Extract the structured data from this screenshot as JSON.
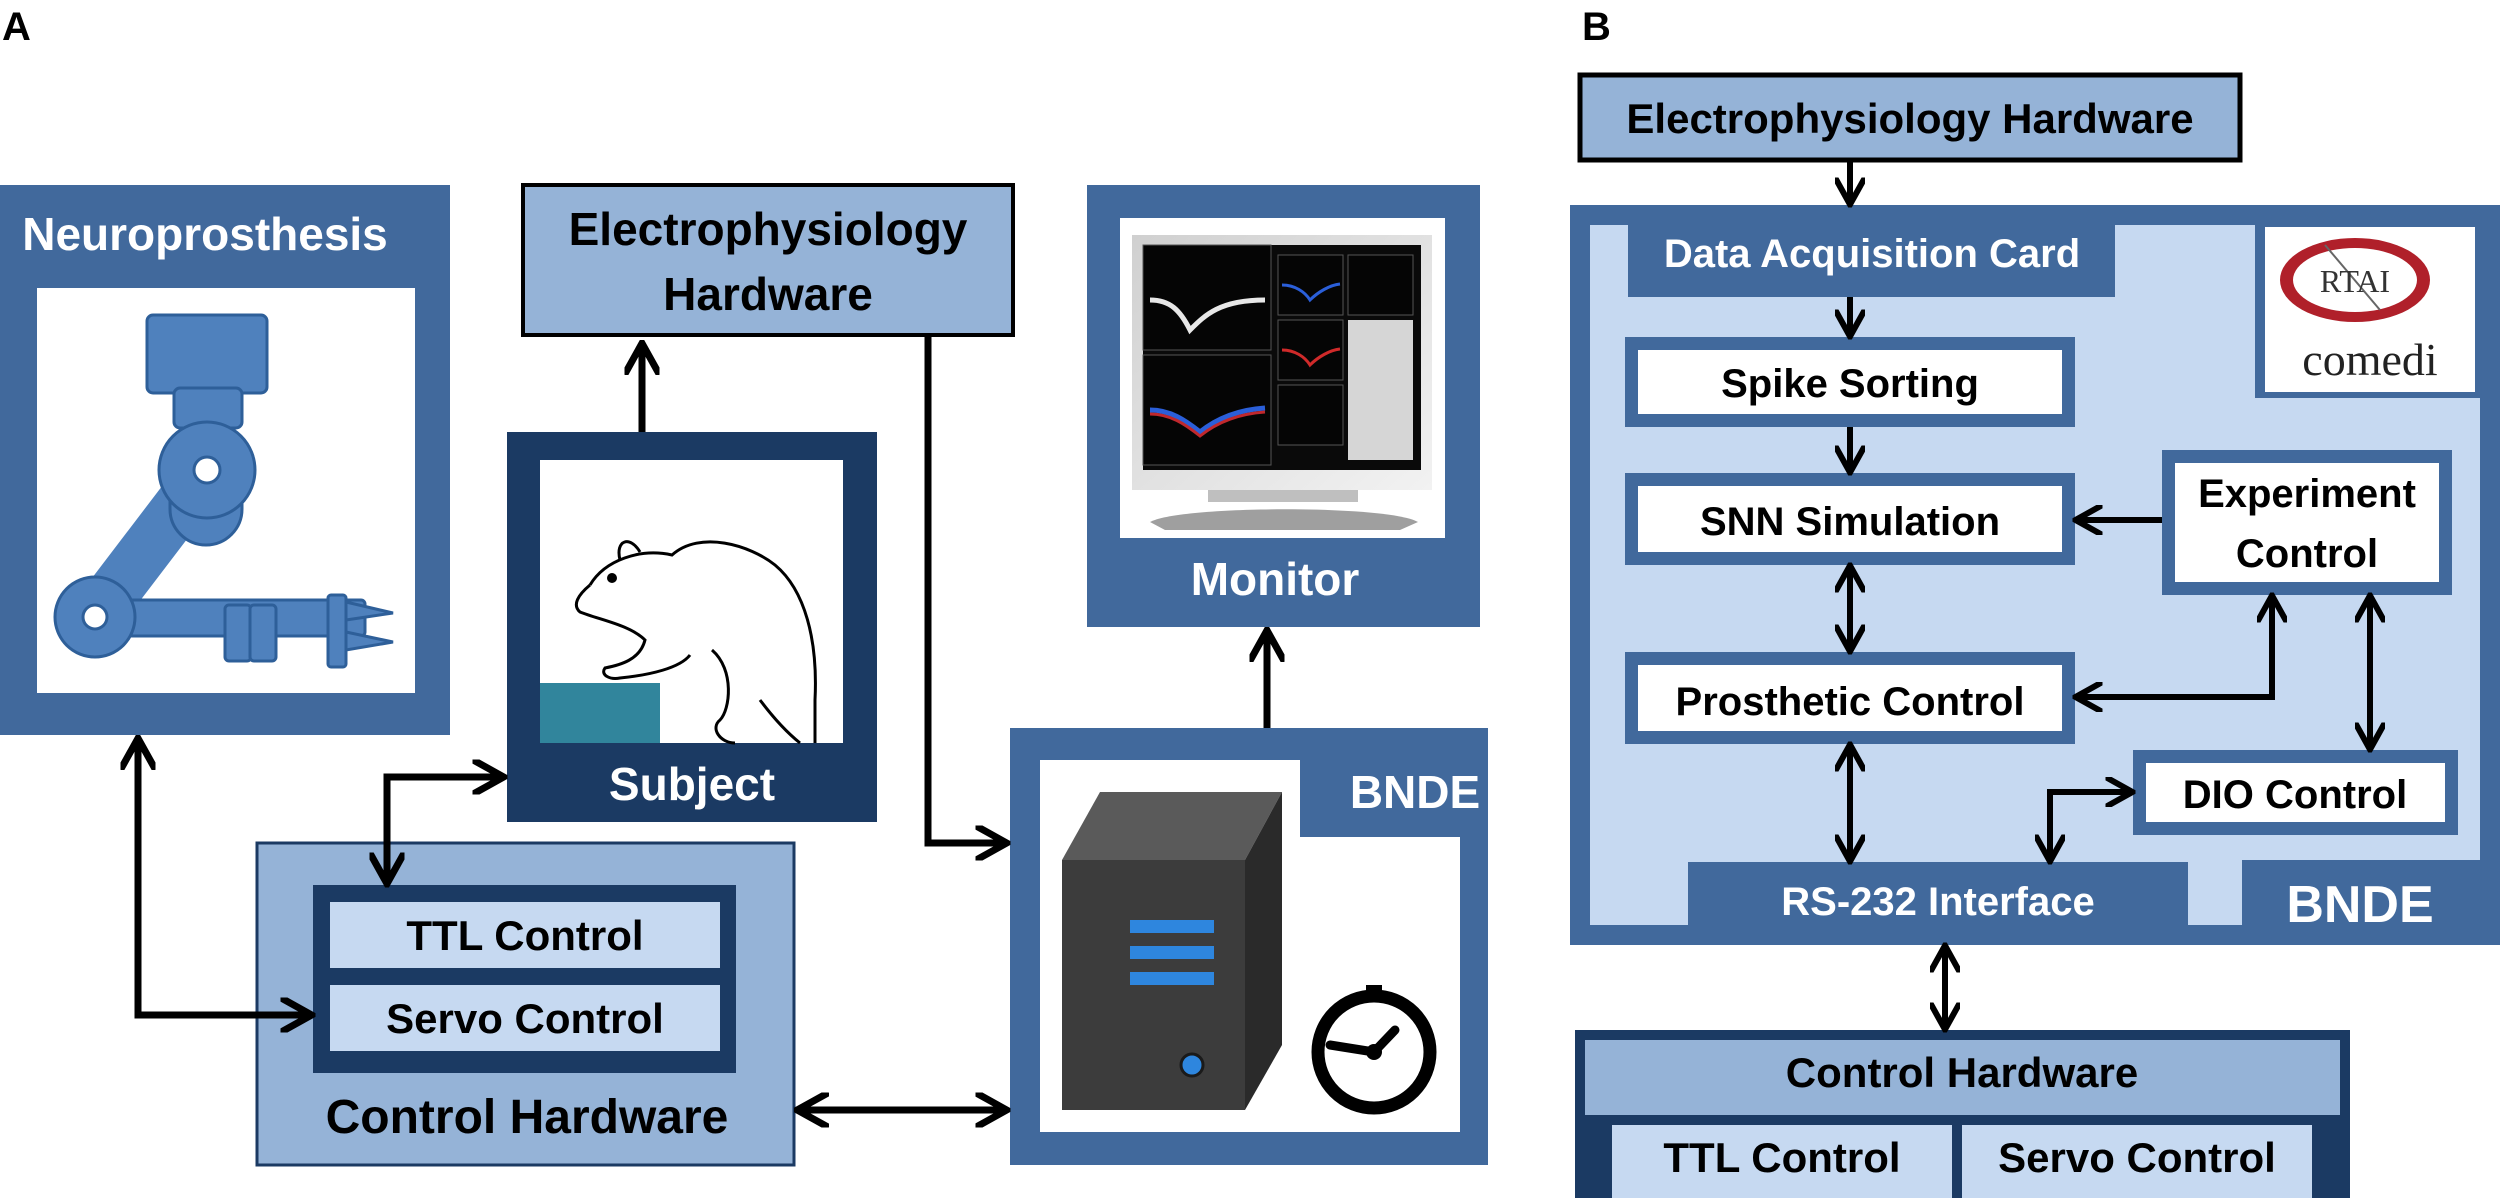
{
  "panel_a": {
    "letter": "A",
    "neuroprosthesis": "Neuroprosthesis",
    "ephys_line1": "Electrophysiology",
    "ephys_line2": "Hardware",
    "monitor": "Monitor",
    "subject": "Subject",
    "bnde": "BNDE",
    "ttl": "TTL Control",
    "servo": "Servo Control",
    "control_hw": "Control Hardware"
  },
  "panel_b": {
    "letter": "B",
    "ephys": "Electrophysiology Hardware",
    "daq": "Data Acquisition Card",
    "spike": "Spike Sorting",
    "snn": "SNN Simulation",
    "exp_line1": "Experiment",
    "exp_line2": "Control",
    "prosthetic": "Prosthetic Control",
    "dio": "DIO Control",
    "rs232": "RS-232 Interface",
    "bnde": "BNDE",
    "rtai": "RTAI",
    "comedi": "comedi",
    "control_hw": "Control Hardware",
    "ttl": "TTL Control",
    "servo": "Servo Control"
  },
  "colors": {
    "dark_navy": "#1b3a63",
    "mid_blue": "#41699c",
    "light_blue": "#95b3d7",
    "pale_blue": "#c6d9f1",
    "robot_blue": "#4f81bd",
    "teal": "#31859c",
    "rtai_red": "#b0202a"
  }
}
